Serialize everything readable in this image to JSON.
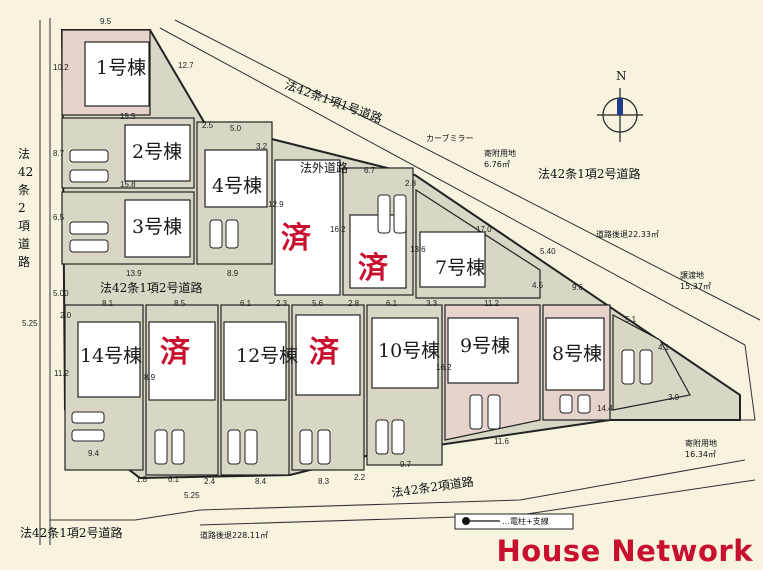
{
  "brand": "House Network",
  "lots": [
    {
      "id": "lot-1",
      "label": "1号棟"
    },
    {
      "id": "lot-2",
      "label": "2号棟"
    },
    {
      "id": "lot-3",
      "label": "3号棟"
    },
    {
      "id": "lot-4",
      "label": "4号棟"
    },
    {
      "id": "lot-7",
      "label": "7号棟"
    },
    {
      "id": "lot-8",
      "label": "8号棟"
    },
    {
      "id": "lot-9",
      "label": "9号棟"
    },
    {
      "id": "lot-10",
      "label": "10号棟"
    },
    {
      "id": "lot-12",
      "label": "12号棟"
    },
    {
      "id": "lot-14",
      "label": "14号棟"
    }
  ],
  "sold_mark": "済",
  "roads": {
    "top_right": "法42条1項1号道路",
    "left_vertical": "法42条2項道路",
    "mid_left": "法42条1項2号道路",
    "bottom": "法42条2項道路",
    "right_upper": "法42条1項2号道路",
    "bottom_left": "法42条1項2号道路",
    "out_of_law": "法外道路"
  },
  "notes": {
    "mirror": "カーブミラー",
    "donation_top_title": "寄附用地",
    "donation_top_area": "6.76㎡",
    "setback_top": "道路後退22.33㎡",
    "transfer_title": "譲渡地",
    "transfer_area": "15.37㎡",
    "donation_bottom_title": "寄附用地",
    "donation_bottom_area": "16.34㎡",
    "setback_bottom": "道路後退228.11㎡",
    "legend": "…電柱+支線",
    "north": "N"
  },
  "dims": {
    "d95": "9.5",
    "d102": "10.2",
    "d127": "12.7",
    "d155": "15.5",
    "d87": "8.7",
    "d158": "15.8",
    "d65": "6.5",
    "d25": "2.5",
    "d50": "5.0",
    "d32": "3.2",
    "d67": "6.7",
    "d28": "2.8",
    "d170": "17.0",
    "d540": "5.40",
    "d129": "12.9",
    "d162": "16.2",
    "d136": "13.6",
    "d139": "13.9",
    "d89": "8.9",
    "d500": "5.00",
    "d81": "8.1",
    "d85": "8.5",
    "d61": "6.1",
    "d23": "2.3",
    "d56": "5.6",
    "d28b": "2.8",
    "d61b": "6.1",
    "d33": "3.3",
    "d112": "11.2",
    "d45": "4.5",
    "d96": "9.6",
    "d51": "5.1",
    "d525": "5.25",
    "d20": "2.0",
    "d112b": "11.2",
    "d94": "9.4",
    "d18": "1.8",
    "d61c": "6.1",
    "d24": "2.4",
    "d84": "8.4",
    "d83": "8.3",
    "d22": "2.2",
    "d97": "9.7",
    "d116": "11.6",
    "d144": "14.4",
    "d525b": "5.25",
    "d41": "4.1",
    "d39": "3.9",
    "d89b": "8.9",
    "d162b": "16.2"
  }
}
